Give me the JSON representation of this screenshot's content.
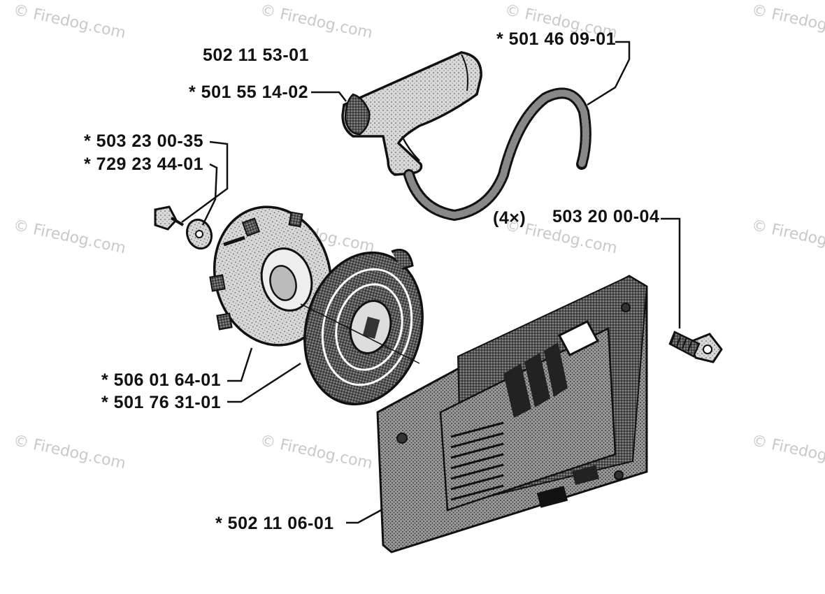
{
  "diagram": {
    "watermark": "© Firedog.com",
    "parts": {
      "assembly": "502 11 53-01",
      "handle": "* 501 55 14-02",
      "cord": "* 501 46 09-01",
      "screw_small": "* 503 23 00-35",
      "washer": "* 729 23 44-01",
      "pulley": "* 506 01 64-01",
      "spring": "* 501 76 31-01",
      "housing": "* 502 11 06-01",
      "bolt": "503 20 00-04",
      "bolt_qty": "(4×)"
    }
  },
  "colors": {
    "ink": "#111111",
    "stipple": "#6a6a6a",
    "watermark": "#c9c9c9"
  }
}
